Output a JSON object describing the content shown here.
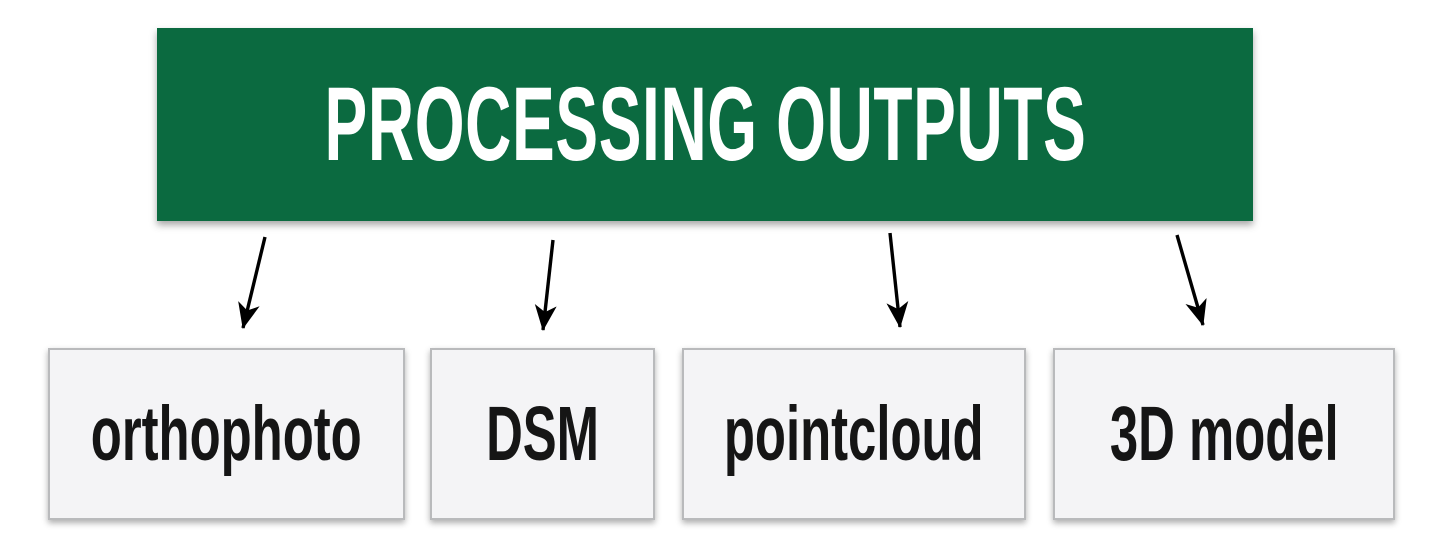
{
  "diagram": {
    "title": "PROCESSING OUTPUTS",
    "outputs": [
      {
        "id": "orthophoto",
        "label": "orthophoto"
      },
      {
        "id": "dsm",
        "label": "DSM"
      },
      {
        "id": "pointcloud",
        "label": "pointcloud"
      },
      {
        "id": "3d-model",
        "label": "3D model"
      }
    ],
    "colors": {
      "canvas_bg": "#ffffff",
      "header_bg": "#0b6a40",
      "header_text": "#ffffff",
      "box_bg": "#f4f4f6",
      "box_border": "#b9babc",
      "box_text": "#151515",
      "arrow": "#000000"
    }
  }
}
